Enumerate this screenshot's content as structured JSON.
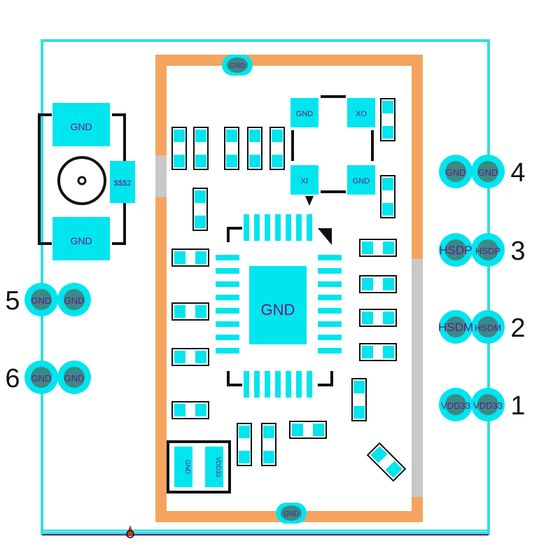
{
  "colors": {
    "outline": "#33dddd",
    "pad": "#00e5ee",
    "pad_dark": "#3a8a88",
    "keepout": "#f4a460",
    "silk": "#111111",
    "grey": "#c8c8c8",
    "purple": "#6a1a78",
    "pin1": "#330044"
  },
  "board_pads": {
    "top_gnd": "GND",
    "bottom_gnd": "GND"
  },
  "connector": {
    "gnd_top": "GND",
    "gnd_bottom": "GND",
    "label": "$$$2"
  },
  "crystal": {
    "tl": "GND",
    "tr": "XO",
    "bl": "XI",
    "br": "GND"
  },
  "ic": {
    "center": "GND"
  },
  "jumper": {
    "left": "GND",
    "right": "VDD33"
  },
  "right_pins": [
    {
      "number": "4",
      "outer": "GND",
      "inner": "GND"
    },
    {
      "number": "3",
      "outer": "HSDP",
      "inner": "HSDP"
    },
    {
      "number": "2",
      "outer": "HSDM",
      "inner": "HSDM"
    },
    {
      "number": "1",
      "outer": "VDD33",
      "inner": "VDD33"
    }
  ],
  "left_pins": [
    {
      "number": "5",
      "outer": "GND",
      "inner": "GND"
    },
    {
      "number": "6",
      "outer": "GND",
      "inner": "GND"
    }
  ]
}
